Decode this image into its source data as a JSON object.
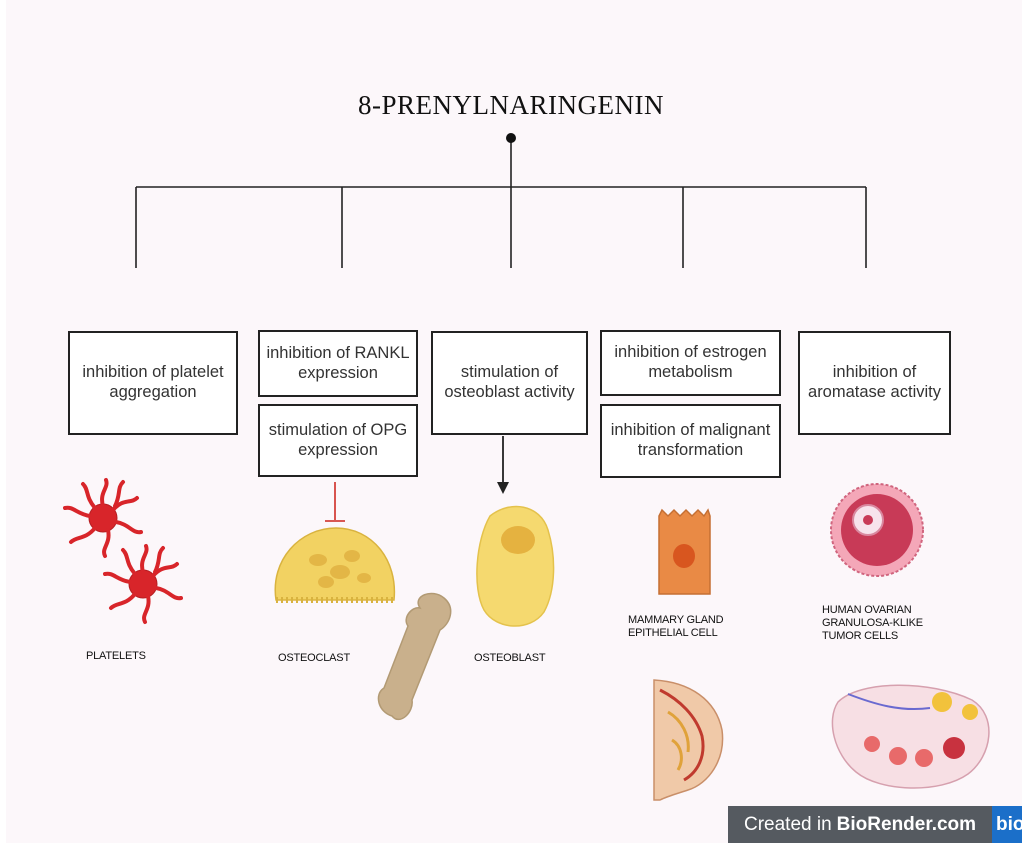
{
  "title": "8-PRENYLNARINGENIN",
  "effects": {
    "platelet": "inhibition of platelet aggregation",
    "rankl": "inhibition of RANKL expression",
    "opg": "stimulation of OPG expression",
    "osteoblast": "stimulation of osteoblast activity",
    "estrogen": "inhibition of estrogen metabolism",
    "malignant": "inhibition of malignant transformation",
    "aromatase": "inhibition of aromatase activity"
  },
  "labels": {
    "platelets": "PLATELETS",
    "osteoclast": "OSTEOCLAST",
    "osteoblast": "OSTEOBLAST",
    "mammary_1": "MAMMARY GLAND",
    "mammary_2": "EPITHELIAL CELL",
    "ovarian_1": "HUMAN OVARIAN",
    "ovarian_2": "GRANULOSA-KLIKE",
    "ovarian_3": "TUMOR CELLS"
  },
  "watermark": {
    "prefix": "Created in",
    "brand": "BioRender.com",
    "logo": "bio"
  },
  "colors": {
    "platelet": "#d8252a",
    "osteoclast": "#f2d262",
    "osteoblast": "#f5d96f",
    "bone": "#c9b08c",
    "epithelial": "#e98a45",
    "nucleus": "#d8561f",
    "follicle": "#c83a57",
    "inhibit_line": "#d3423c",
    "badge": "#555a60",
    "badge_logo": "#1b6fc9"
  }
}
